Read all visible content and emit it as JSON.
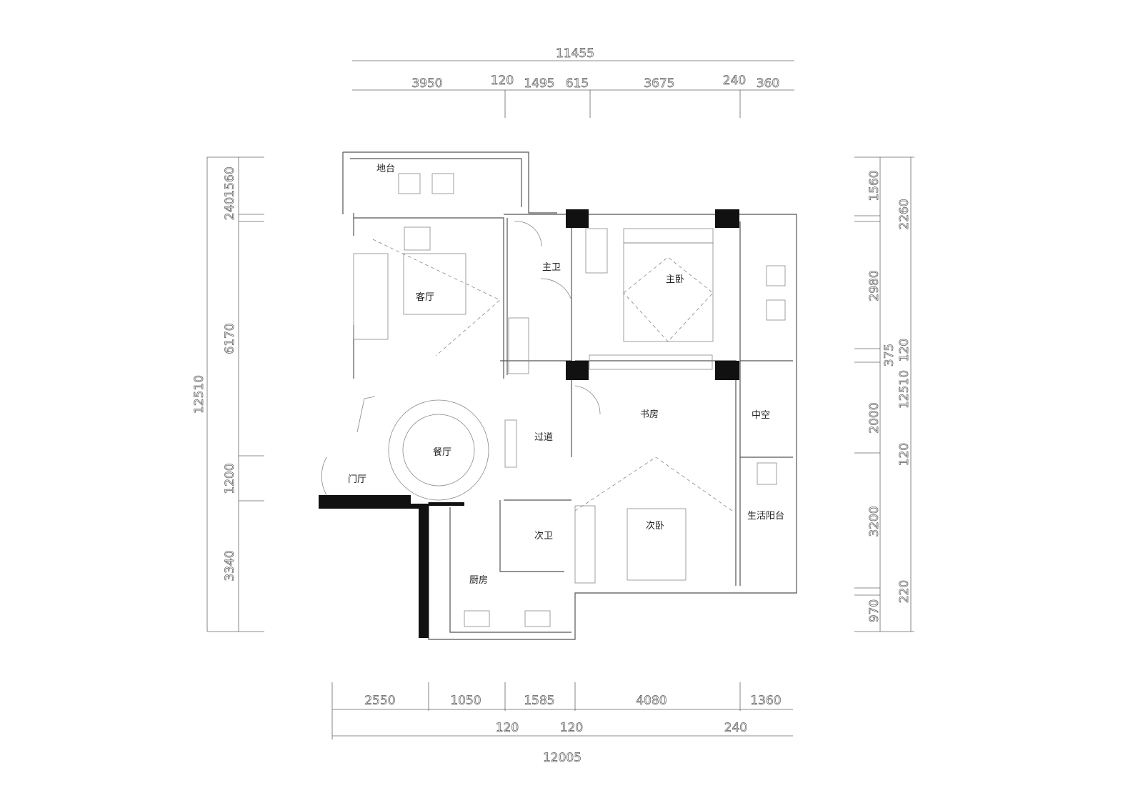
{
  "dimensions": {
    "top_total": "11455",
    "top": [
      "3950",
      "120",
      "1495",
      "615",
      "3675",
      "240",
      "360"
    ],
    "bottom_total": "12005",
    "bottom": [
      "2550",
      "1050",
      "1585",
      "4080",
      "1360"
    ],
    "bottom_small": [
      "120",
      "120",
      "240"
    ],
    "left_total": "12510",
    "left": [
      "240",
      "1560",
      "6170",
      "1200",
      "3340"
    ],
    "right_inner": [
      "1560",
      "2980",
      "375",
      "2000",
      "3200",
      "970"
    ],
    "right_outer": [
      "2260",
      "120",
      "12510",
      "120",
      "220"
    ]
  },
  "rooms": {
    "platform": "地台",
    "living": "客厅",
    "master_bath": "主卫",
    "master_bed": "主卧",
    "study": "书房",
    "void": "中空",
    "corridor": "过道",
    "dining": "餐厅",
    "foyer": "门厅",
    "second_bath": "次卫",
    "second_bed": "次卧",
    "kitchen": "厨房",
    "service_balcony": "生活阳台"
  }
}
